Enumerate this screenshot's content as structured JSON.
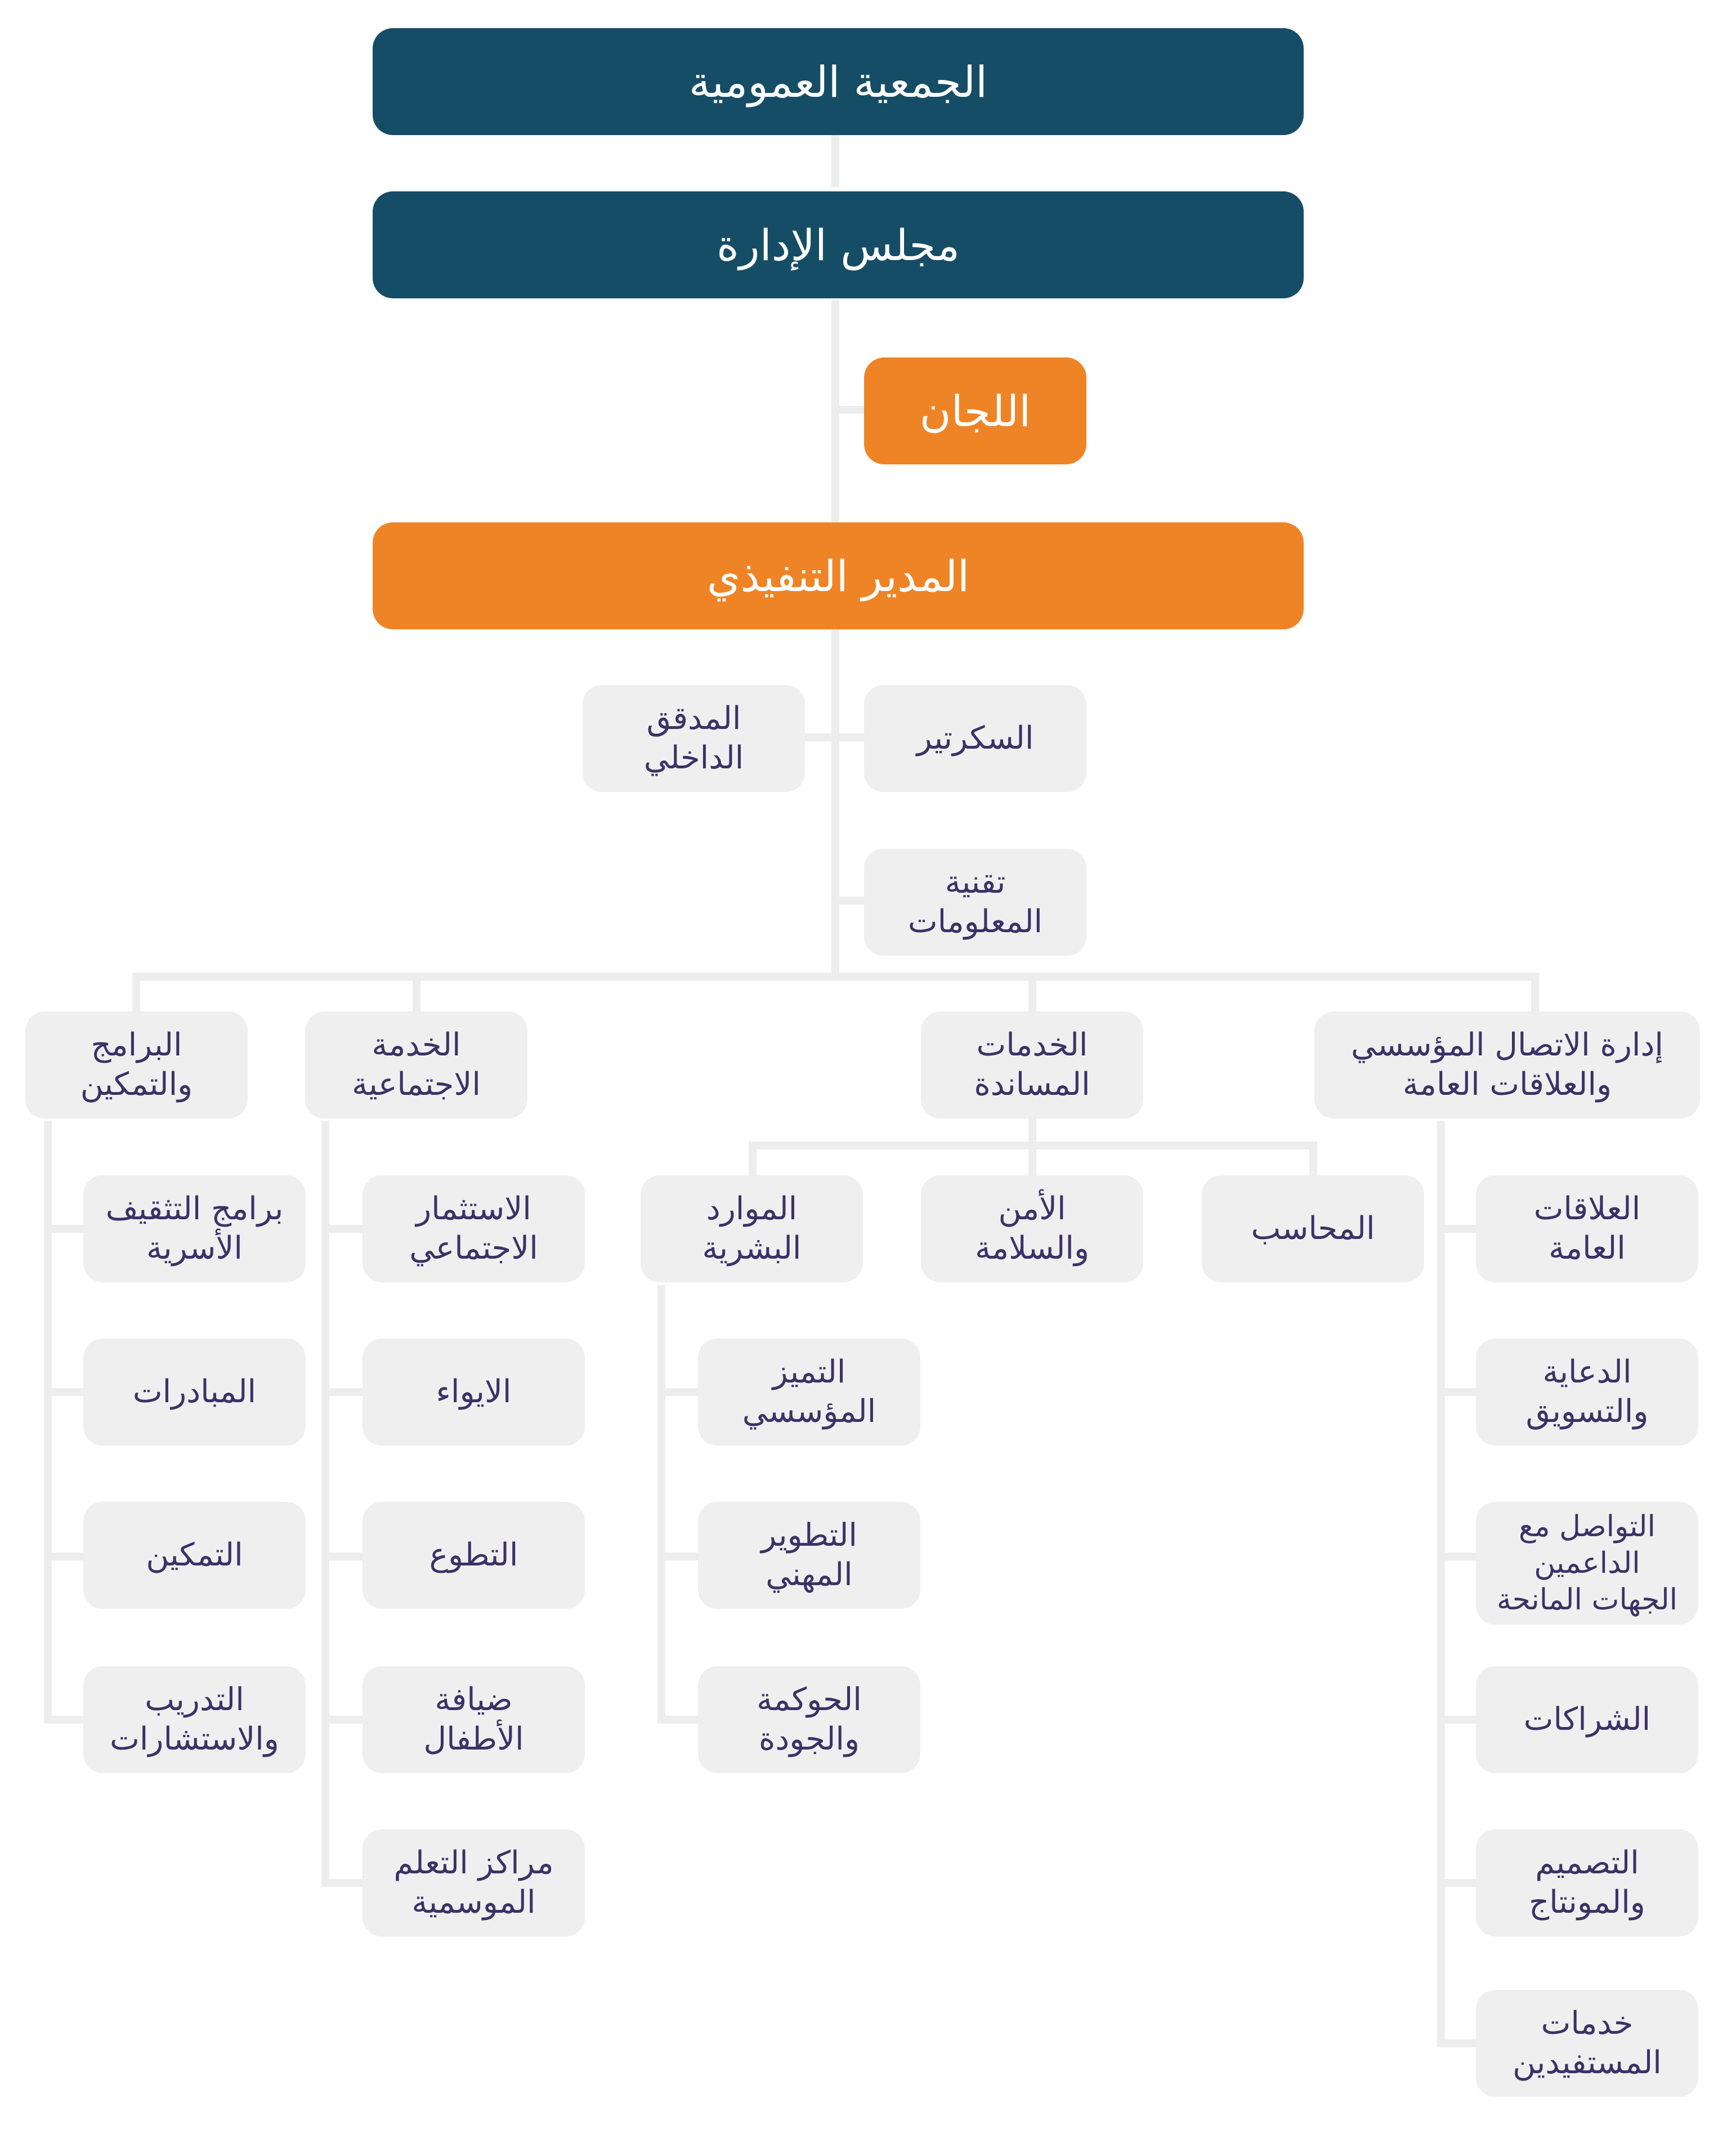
{
  "nodes": {
    "general_assembly": "الجمعية العمومية",
    "board": "مجلس الإدارة",
    "committees": "اللجان",
    "executive_director": "المدير التنفيذي",
    "secretary": "السكرتير",
    "internal_auditor": "المدقق الداخلي",
    "it": "تقنية المعلومات",
    "comm_pr": "إدارة الاتصال المؤسسي والعلاقات العامة",
    "support_services": "الخدمات المساندة",
    "social_service": "الخدمة الاجتماعية",
    "programs_empowerment": "البرامج والتمكين",
    "public_relations": "العلاقات العامة",
    "advocacy_marketing": "الدعاية والتسويق",
    "donor_communication": "التواصل مع الداعمين الجهات المانحة",
    "partnerships": "الشراكات",
    "design_montage": "التصميم والمونتاج",
    "beneficiary_services": "خدمات المستفيدين",
    "accountant": "المحاسب",
    "security_safety": "الأمن والسلامة",
    "human_resources": "الموارد البشرية",
    "institutional_excellence": "التميز المؤسسي",
    "professional_development": "التطوير المهني",
    "governance_quality": "الحوكمة والجودة",
    "social_investment": "الاستثمار الاجتماعي",
    "shelter": "الايواء",
    "volunteering": "التطوع",
    "child_hosting": "ضيافة الأطفال",
    "seasonal_learning": "مراكز التعلم الموسمية",
    "family_education": "برامج التثقيف الأسرية",
    "initiatives": "المبادرات",
    "empowerment": "التمكين",
    "training_consulting": "التدريب والاستشارات"
  },
  "colors": {
    "navy": "#164d66",
    "orange": "#ef8427",
    "box_gray": "#f0efef",
    "connector": "#ededed",
    "text_dark": "#3a3266"
  }
}
